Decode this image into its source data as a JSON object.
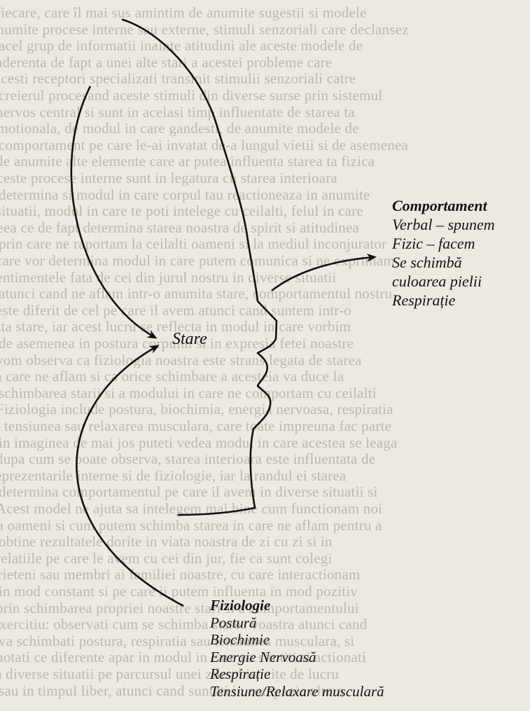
{
  "diagram": {
    "behavior": {
      "title": "Comportament",
      "items": [
        "Verbal – spunem",
        "Fizic – facem",
        "Se schimbă",
        "culoarea pielii",
        "Respirație"
      ]
    },
    "state": {
      "label": "Stare"
    },
    "physiology": {
      "title": "Fiziologie",
      "items": [
        "Postură",
        "Biochimie",
        "Energie Nervoasă",
        "Respirație",
        "Tensiune/Relaxare musculară"
      ]
    }
  },
  "background_text_lines": [
    "fiecare, care îl mai sus amintim de anumite sugestii si modele",
    "anumite procese interne sau externe, stimuli senzoriali care declansez",
    "acel grup de informatii inainte atitudini ale aceste modele de",
    "aderenta de fapt a unei alte stari a acestei probleme care",
    "Acesti receptori specializati transmit stimulii senzoriali catre",
    "creierul procesand aceste stimuli din diverse surse prin sistemul",
    "nervos central si sunt in acelasi timp influentate de starea ta",
    "emotionala, de modul in care gandesti, de anumite modele de",
    "comportament pe care le-ai invatat de-a lungul vietii si de asemenea",
    "de anumite alte elemente care ar putea influenta starea ta fizica",
    "aceste procese interne sunt in legatura cu starea interioara",
    "determina si modul in care corpul tau reactioneaza in anumite",
    "situatii, modul in care te poti intelege cu ceilalti, felul in care",
    "ceea ce de fapt determina starea noastra de spirit si atitudinea",
    "prin care ne raportam la ceilalti oameni si la mediul inconjurator",
    "care vor determina modul in care putem comunica si ne exprimam",
    "sentimentele fata de cei din jurul nostru in diverse situatii",
    "atunci cand ne aflam intr-o anumita stare, comportamentul nostru",
    "este diferit de cel pe care il avem atunci cand suntem intr-o",
    "alta stare, iar acest lucru se reflecta in modul in care vorbim",
    "de asemenea in postura corpului si in expresia fetei noastre",
    "vom observa ca fiziologia noastra este strans legata de starea",
    "in care ne aflam si ca orice schimbare a acesteia va duce la",
    "schimbarea starii si a modului in care ne comportam cu ceilalti",
    "Fiziologia include postura, biochimia, energia nervoasa, respiratia",
    "si tensiunea sau relaxarea musculara, care toate impreuna fac parte",
    "in imaginea de mai jos puteti vedea modul in care acestea se leaga",
    "dupa cum se poate observa, starea interioara este influentata de",
    "reprezentarile interne si de fiziologie, iar la randul ei starea",
    "determina comportamentul pe care il avem in diverse situatii si",
    "Acest model ne ajuta sa intelegem mai bine cum functionam noi",
    "ca oameni si cum putem schimba starea in care ne aflam pentru a",
    "obtine rezultatele dorite in viata noastra de zi cu zi si in",
    "relatiile pe care le avem cu cei din jur, fie ca sunt colegi",
    "prieteni sau membri ai familiei noastre, cu care interactionam",
    "in mod constant si pe care ii putem influenta in mod pozitiv",
    "prin schimbarea propriei noastre stari si a comportamentului",
    "Exercitiu: observati cum se schimba starea voastra atunci cand",
    "va schimbati postura, respiratia sau tensiunea musculara, si",
    "notati ce diferente apar in modul in care va simtiti si actionati",
    "in diverse situatii pe parcursul unei zile obisnuite de lucru",
    "sau in timpul liber, atunci cand sunteti in compania altora"
  ]
}
